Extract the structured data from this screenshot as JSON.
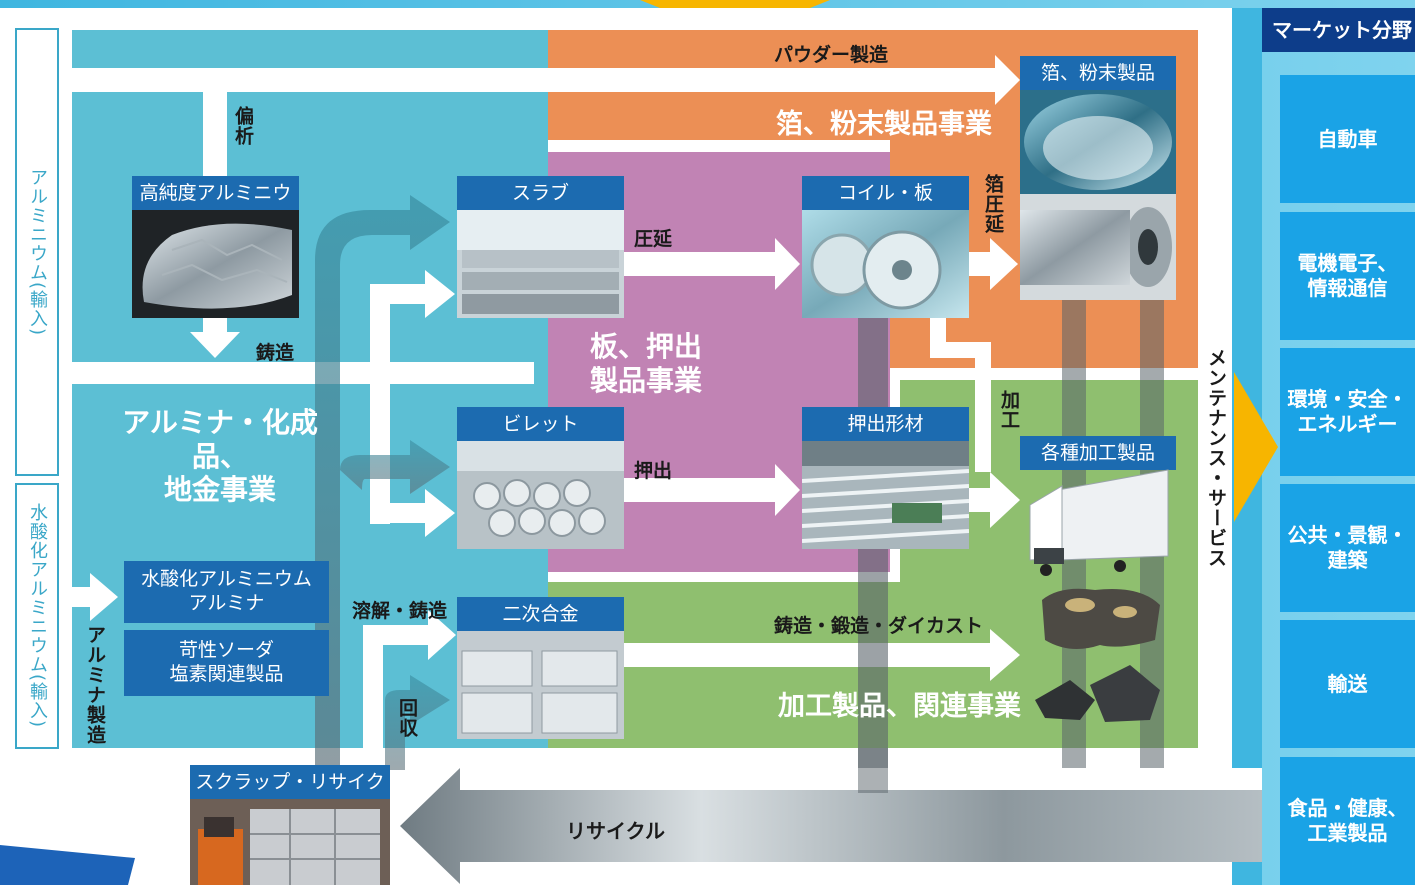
{
  "colors": {
    "teal": "#5cbfd4",
    "orange": "#ec8f55",
    "purple": "#c183b4",
    "green": "#8fbf6f",
    "card_blue": "#1c6bb0",
    "market_blue": "#1aa3e6",
    "market_head": "#0d3d8a",
    "outer_bg": "#3fb6e0",
    "arrow_white": "#ffffff",
    "recycle_grey": "#9aa3a8"
  },
  "left_boxes": {
    "aluminum_import": "アルミニウム(輸入)",
    "hydroxide_import": "水酸化アルミニウム(輸入)"
  },
  "segments": {
    "alumina": "アルミナ・化成品、\n地金事業",
    "foil": "箔、粉末製品事業",
    "sheet": "板、押出\n製品事業",
    "processed": "加工製品、関連事業"
  },
  "cards": {
    "high_purity": "高純度アルミニウム",
    "slab": "スラブ",
    "coil": "コイル・板",
    "foil_product": "箔、粉末製品",
    "billet": "ビレット",
    "extrusion": "押出形材",
    "processed_product": "各種加工製品",
    "secondary_alloy": "二次合金",
    "scrap": "スクラップ・リサイクル"
  },
  "chemical_boxes": {
    "hydroxide": "水酸化アルミニウム\nアルミナ",
    "caustic": "苛性ソーダ\n塩素関連製品"
  },
  "process_labels": {
    "segregation": "偏析",
    "casting": "鋳造",
    "rolling": "圧延",
    "extruding": "押出",
    "foil_rolling": "箔圧延",
    "processing": "加工",
    "melting_casting": "溶解・鋳造",
    "recovery": "回収",
    "alumina_mfg": "アルミナ製造",
    "powder": "パウダー製造",
    "casting_forging": "鋳造・鍛造・ダイカスト",
    "recycle": "リサイクル",
    "maintenance": "メンテナンス・サービス"
  },
  "market": {
    "header": "マーケット分野",
    "items": [
      "自動車",
      "電機電子、\n情報通信",
      "環境・安全・\nエネルギー",
      "公共・景観・\n建築",
      "輸送",
      "食品・健康、\n工業製品"
    ]
  }
}
